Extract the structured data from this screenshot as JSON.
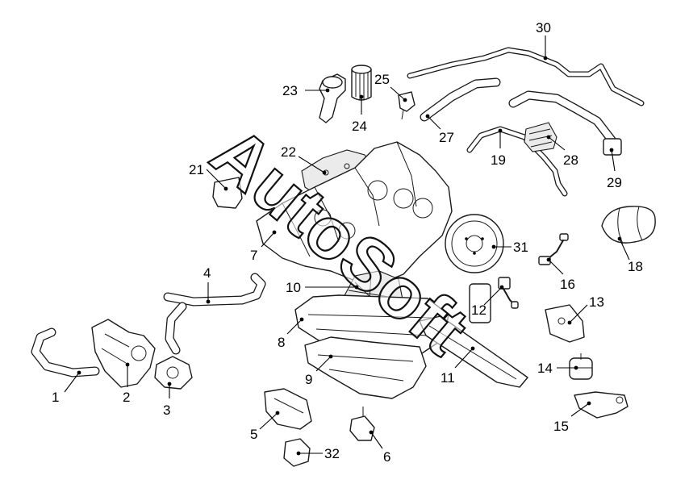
{
  "callouts": [
    {
      "id": "1",
      "label": "1"
    },
    {
      "id": "2",
      "label": "2"
    },
    {
      "id": "3",
      "label": "3"
    },
    {
      "id": "4",
      "label": "4"
    },
    {
      "id": "5",
      "label": "5"
    },
    {
      "id": "6",
      "label": "6"
    },
    {
      "id": "7",
      "label": "7"
    },
    {
      "id": "8",
      "label": "8"
    },
    {
      "id": "9",
      "label": "9"
    },
    {
      "id": "10",
      "label": "10"
    },
    {
      "id": "11",
      "label": "11"
    },
    {
      "id": "12",
      "label": "12"
    },
    {
      "id": "13",
      "label": "13"
    },
    {
      "id": "14",
      "label": "14"
    },
    {
      "id": "15",
      "label": "15"
    },
    {
      "id": "16",
      "label": "16"
    },
    {
      "id": "18",
      "label": "18"
    },
    {
      "id": "19",
      "label": "19"
    },
    {
      "id": "21",
      "label": "21"
    },
    {
      "id": "22",
      "label": "22"
    },
    {
      "id": "23",
      "label": "23"
    },
    {
      "id": "24",
      "label": "24"
    },
    {
      "id": "25",
      "label": "25"
    },
    {
      "id": "27",
      "label": "27"
    },
    {
      "id": "28",
      "label": "28"
    },
    {
      "id": "29",
      "label": "29"
    },
    {
      "id": "30",
      "label": "30"
    },
    {
      "id": "31",
      "label": "31"
    },
    {
      "id": "32",
      "label": "32"
    }
  ],
  "watermark": {
    "text": "AutoSoft"
  },
  "colors": {
    "line": "#1a1a1a",
    "background": "#ffffff"
  }
}
